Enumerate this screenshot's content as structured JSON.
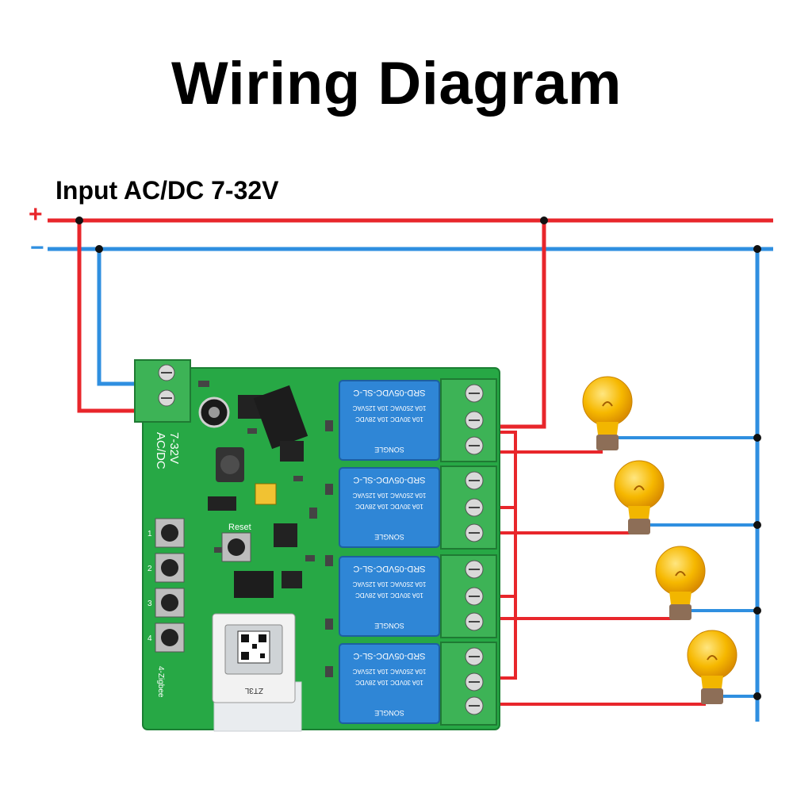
{
  "title": "Wiring Diagram",
  "input_label": "Input AC/DC 7-32V",
  "polarity": {
    "positive": "+",
    "negative": "−"
  },
  "board": {
    "supply_label_1": "AC/DC",
    "supply_label_2": "7-32V",
    "reset_label": "Reset",
    "module_label": "ZT3L",
    "zigbee_label": "4-Zigbee",
    "button_numbers": [
      "1",
      "2",
      "3",
      "4"
    ],
    "relay_model": "SRD-05VDC-SL-C",
    "relay_rating_1": "10A 250VAC  10A 125VAC",
    "relay_rating_2": "10A 30VDC  10A 28VDC",
    "relay_brand": "SONGLE",
    "relay_count": 4
  },
  "loads": {
    "bulb_count": 4
  },
  "colors": {
    "positive_wire": "#e8262b",
    "negative_wire": "#2f8fe0",
    "pcb": "#27a845",
    "relay": "#2f86d6",
    "terminal": "#3db356",
    "bulb": "#f4b400"
  }
}
